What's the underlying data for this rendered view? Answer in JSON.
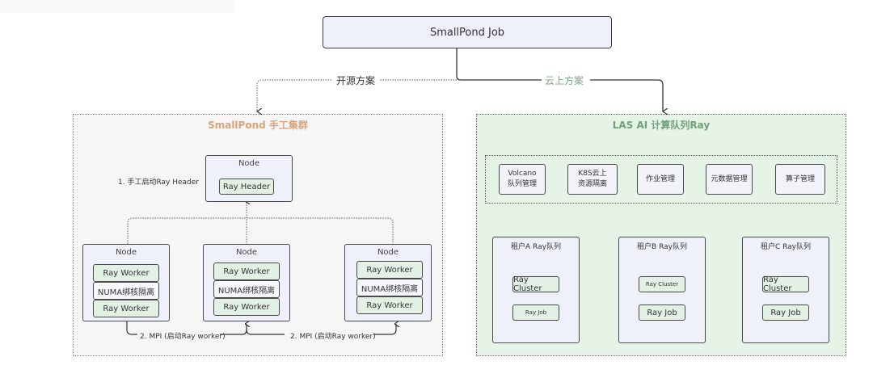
{
  "root": {
    "label": "SmallPond Job"
  },
  "edges": {
    "open_source": "开源方案",
    "cloud": "云上方案"
  },
  "left_panel": {
    "title": "SmallPond  手工集群",
    "step1": "1. 手工启动Ray Header",
    "head_node": {
      "title": "Node",
      "chip": "Ray Header"
    },
    "worker_nodes": [
      {
        "title": "Node",
        "items": [
          "Ray Worker",
          "NUMA绑核隔离",
          "Ray Worker"
        ]
      },
      {
        "title": "Node",
        "items": [
          "Ray Worker",
          "NUMA绑核隔离",
          "Ray Worker"
        ]
      },
      {
        "title": "Node",
        "items": [
          "Ray Worker",
          "NUMA绑核隔离",
          "Ray Worker"
        ]
      }
    ],
    "mpi_labels": [
      "2. MPI (启动Ray worker)",
      "2. MPI (启动Ray worker)"
    ]
  },
  "right_panel": {
    "title": "LAS AI  计算队列Ray",
    "features": [
      "Volcano\n队列管理",
      "K8S云上\n资源隔离",
      "作业管理",
      "元数据管理",
      "算子管理"
    ],
    "tenants": [
      {
        "title": "租户A Ray队列",
        "cluster": "Ray Cluster",
        "job": "Ray Job"
      },
      {
        "title": "租户B Ray队列",
        "cluster": "Ray Cluster",
        "job": "Ray Job"
      },
      {
        "title": "租户C Ray队列",
        "cluster": "Ray Cluster",
        "job": "Ray Job"
      }
    ]
  }
}
